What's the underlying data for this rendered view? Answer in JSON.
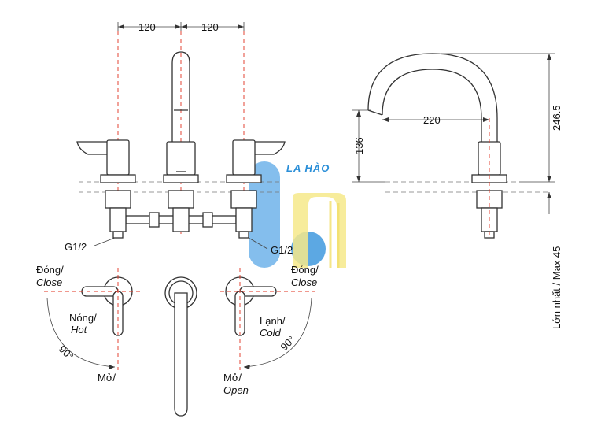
{
  "dimensions": {
    "left_spacing": "120",
    "right_spacing": "120",
    "spout_reach": "220",
    "spout_outlet_height": "136",
    "total_height": "246.5"
  },
  "connections": {
    "left_thread": "G1/2",
    "right_thread": "G1/2"
  },
  "left_handle": {
    "close_vi": "Đóng/",
    "close_en": "Close",
    "hot_vi": "Nóng/",
    "hot_en": "Hot",
    "angle": "90°",
    "open_vi": "Mở/"
  },
  "right_handle": {
    "close_vi": "Đóng/",
    "close_en": "Close",
    "cold_vi": "Lạnh/",
    "cold_en": "Cold",
    "angle": "90°",
    "open_vi": "Mở/",
    "open_en": "Open"
  },
  "deck_thickness_note": "Lớn nhất / Max 45",
  "watermark": {
    "text": "LA HÀO",
    "colors": {
      "blue": "#4a9fe0",
      "yellow": "#f6e98a"
    }
  },
  "colors": {
    "centerline": "#e0301e",
    "line": "#333333"
  }
}
